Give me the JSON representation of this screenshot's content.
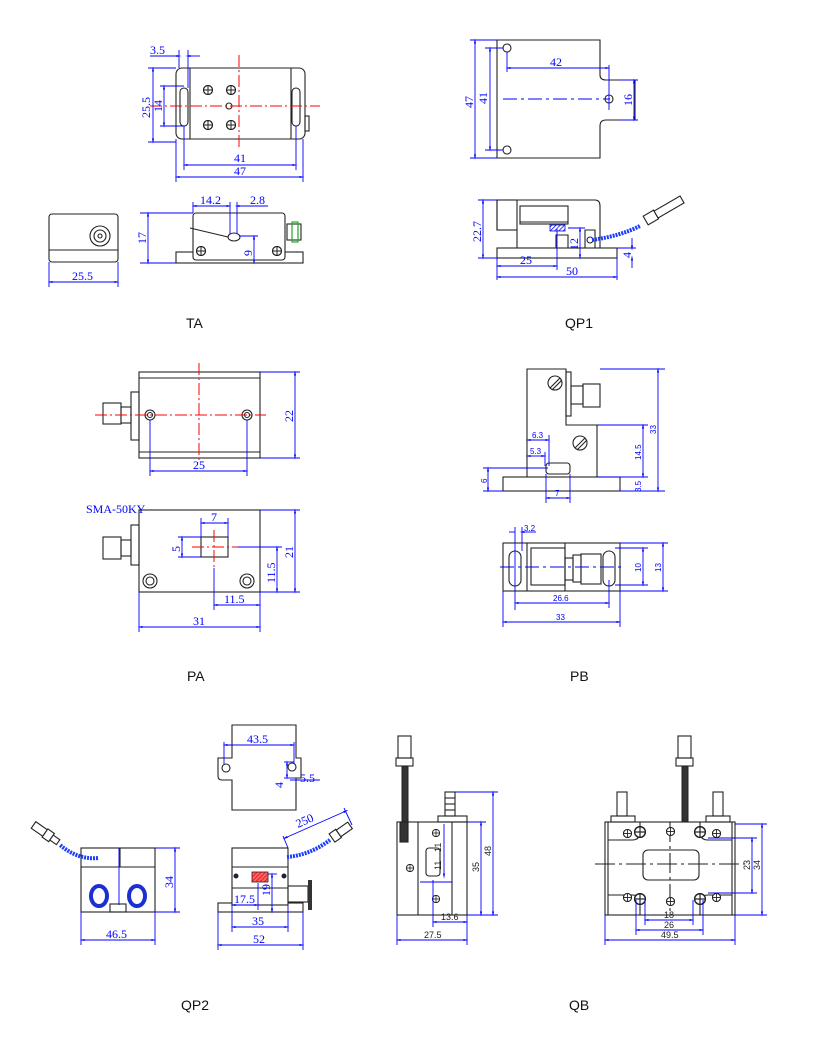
{
  "ta": {
    "label": "TA",
    "dims": [
      "3.5",
      "25.5",
      "14",
      "41",
      "47",
      "14.2",
      "2.8",
      "17",
      "9",
      "25.5"
    ]
  },
  "qp1": {
    "label": "QP1",
    "dims": [
      "47",
      "41",
      "42",
      "16",
      "22.7",
      "12",
      "4",
      "25",
      "50"
    ]
  },
  "pa": {
    "label": "PA",
    "connector": "SMA-50KY",
    "dims": [
      "22",
      "25",
      "7",
      "5",
      "11.5",
      "21",
      "11.5",
      "31"
    ]
  },
  "pb": {
    "label": "PB",
    "dims": [
      "33",
      "14.5",
      "3.5",
      "6",
      "6.3",
      "5.3",
      "7",
      "3.2",
      "10",
      "13",
      "26.6",
      "33"
    ]
  },
  "qp2": {
    "label": "QP2",
    "dims": [
      "43.5",
      "4",
      "5.5",
      "34",
      "46.5",
      "250",
      "17.5",
      "19",
      "35",
      "52"
    ]
  },
  "qb": {
    "label": "QB",
    "dims": [
      "48",
      "35",
      "11",
      "11",
      "13.6",
      "27.5",
      "23",
      "34",
      "18",
      "26",
      "49.5"
    ]
  },
  "colors": {
    "dimension": "#0000ff",
    "centerline": "#ff0000"
  }
}
